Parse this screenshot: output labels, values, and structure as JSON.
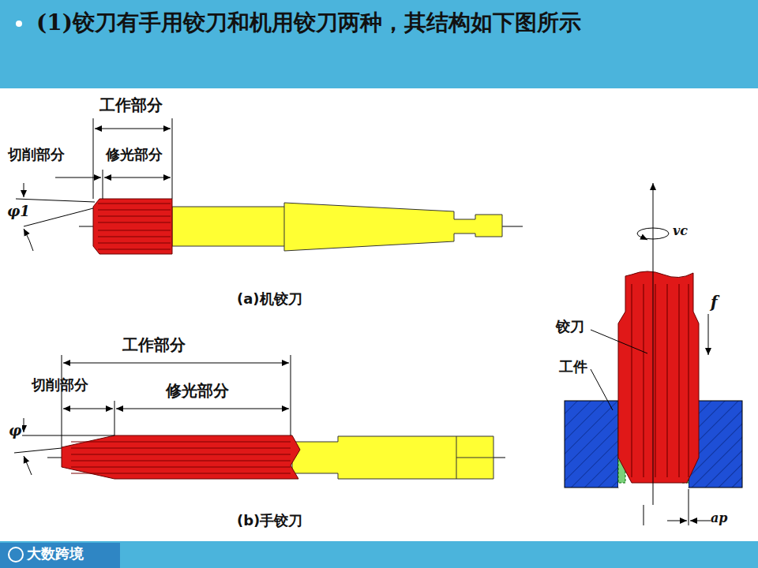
{
  "diagram": {
    "title": "(1)铰刀有手用铰刀和机用铰刀两种，其结构如下图所示",
    "labels": [
      "工作部分",
      "切削部分",
      "修光部分",
      "φ1",
      "(a)机铰刀",
      "工作部分",
      "切削部分",
      "修光部分",
      "φ",
      "(b)手铰刀",
      "vc",
      "f",
      "铰刀",
      "工件",
      "ap",
      "大数跨境"
    ]
  }
}
